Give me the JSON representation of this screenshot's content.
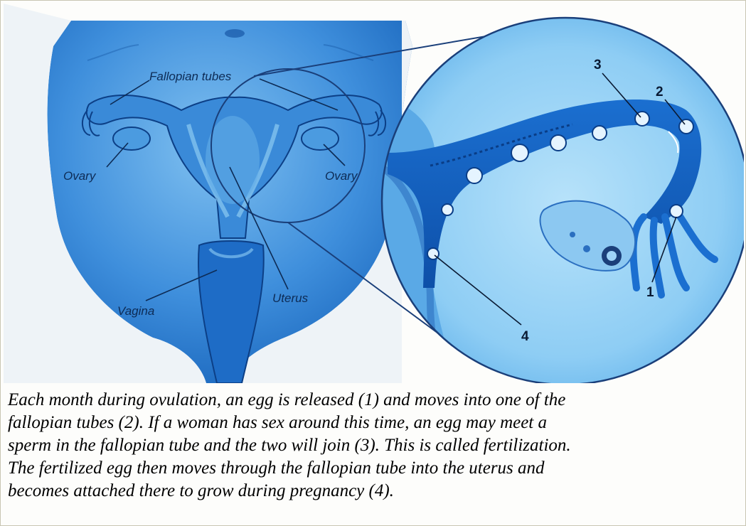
{
  "labels": {
    "fallopian_tubes": "Fallopian tubes",
    "ovary_left": "Ovary",
    "ovary_right": "Ovary",
    "uterus": "Uterus",
    "vagina": "Vagina"
  },
  "markers": [
    "1",
    "2",
    "3",
    "4"
  ],
  "caption_lines": [
    "Each month during ovulation, an egg is released (1) and moves into one of the",
    "fallopian tubes (2). If a woman has sex around this time, an egg may meet a",
    "sperm in the fallopian tube and the two will join (3). This is called fertilization.",
    "The fertilized egg then moves through the fallopian tube into the uterus and",
    "becomes attached there to grow during pregnancy (4)."
  ],
  "colors": {
    "body_blue": "#2a7fd4",
    "light_blue": "#9fd3f7",
    "dark_blue": "#0b4fa3",
    "line": "#1a3f7a"
  }
}
